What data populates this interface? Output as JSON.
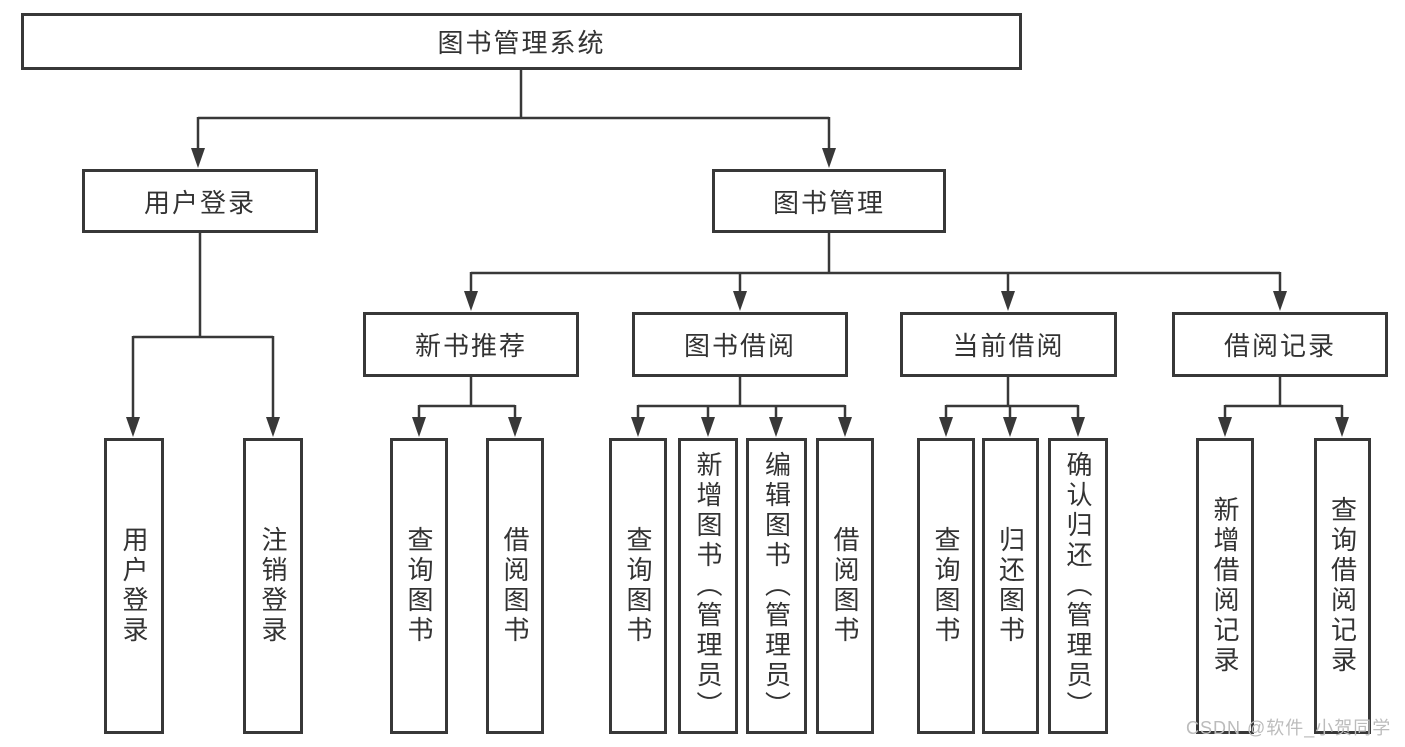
{
  "colors": {
    "line": "#383838",
    "text": "#333333",
    "box_background": "#ffffff",
    "page_background": "#ffffff",
    "watermark": "#bcbcbc"
  },
  "watermark": "CSDN @软件_小贺同学",
  "tree": {
    "root": {
      "label": "图书管理系统"
    },
    "branches": [
      {
        "label": "用户登录",
        "leaves": [
          {
            "label": "用户登录"
          },
          {
            "label": "注销登录"
          }
        ]
      },
      {
        "label": "图书管理",
        "children": [
          {
            "label": "新书推荐",
            "leaves": [
              {
                "label": "查询图书"
              },
              {
                "label": "借阅图书"
              }
            ]
          },
          {
            "label": "图书借阅",
            "leaves": [
              {
                "label": "查询图书"
              },
              {
                "label": "新增图书（管理员）"
              },
              {
                "label": "编辑图书（管理员）"
              },
              {
                "label": "借阅图书"
              }
            ]
          },
          {
            "label": "当前借阅",
            "leaves": [
              {
                "label": "查询图书"
              },
              {
                "label": "归还图书"
              },
              {
                "label": "确认归还（管理员）"
              }
            ]
          },
          {
            "label": "借阅记录",
            "leaves": [
              {
                "label": "新增借阅记录"
              },
              {
                "label": "查询借阅记录"
              }
            ]
          }
        ]
      }
    ]
  }
}
